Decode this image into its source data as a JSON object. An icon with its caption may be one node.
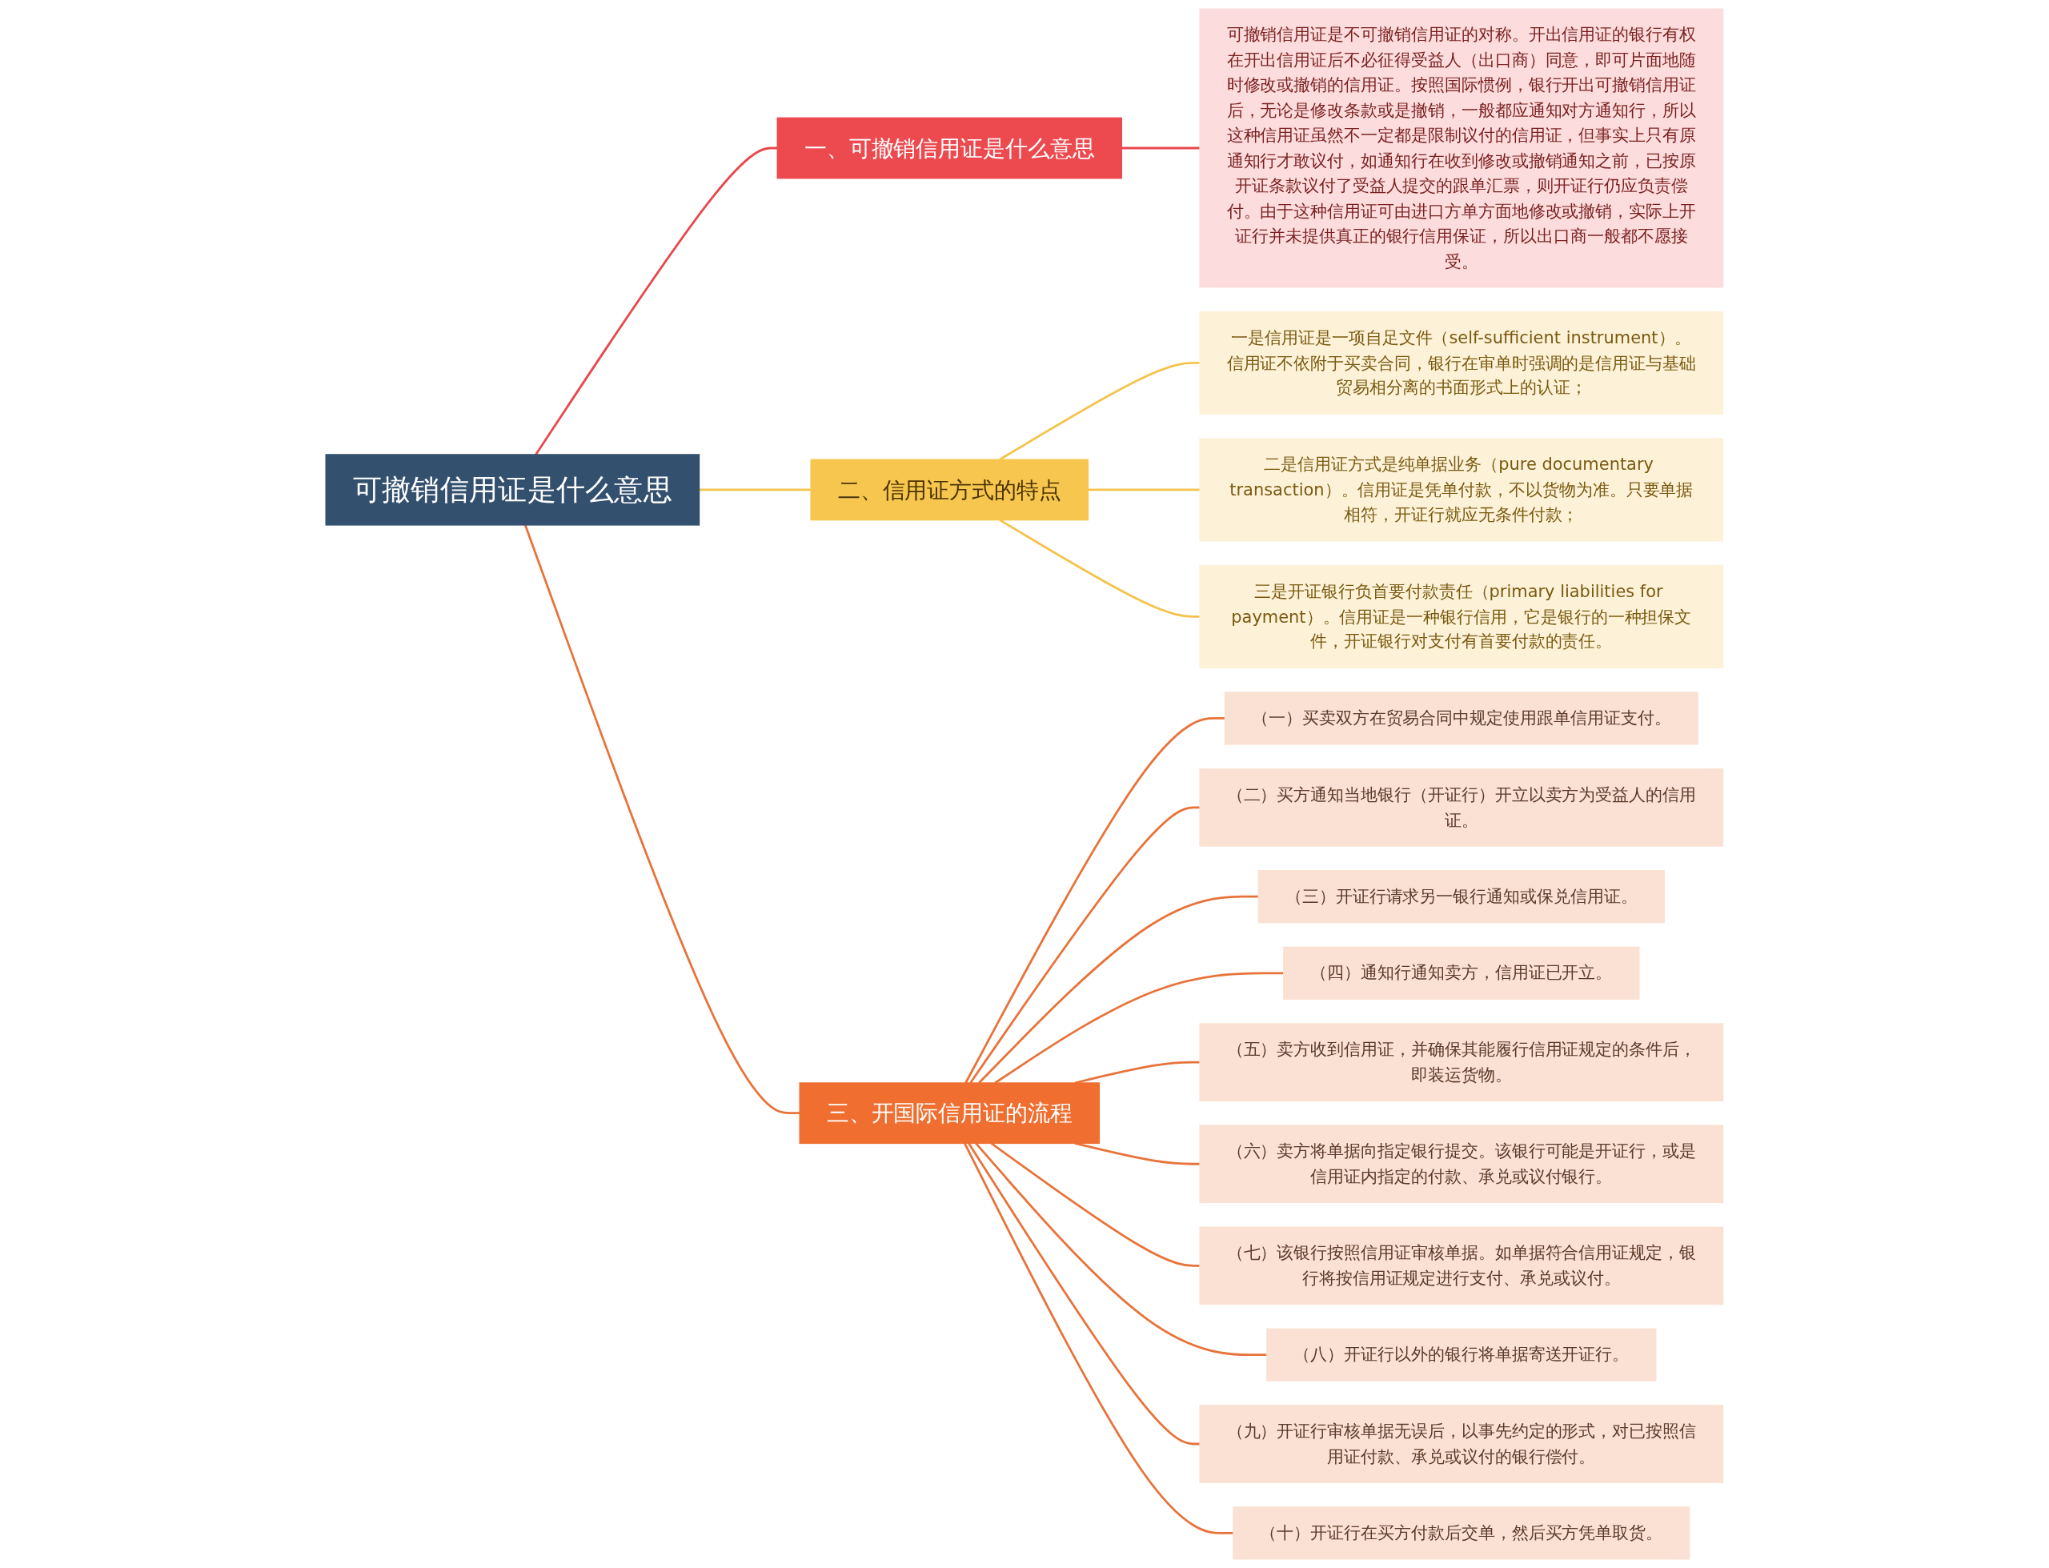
{
  "diagram": {
    "nodes": [
      {
        "text": [
          "可撤销信用证是什么意思"
        ]
      },
      {
        "text": [
          "一、可撤销信用证是什么意思"
        ]
      },
      {
        "text": [
          "可撤销信用证是不可撤销信用证的对称。开出信用证的银行有权在开出信用证后不必征得受益人（出口商）同意，即可片面地随时修改或撤销的信用证。按照国际惯例，银行开出可撤销信用证后，无论是修改条款或是撤销，一般都应通知对方通知行，所以这种信用证虽然不一定都是限制议付的信用证，但事实上只有原通知行才敢议付，如通知行在收到修改或撤销通知之前，已按原开证条款议付了受益人提交的跟单汇票，则开证行仍应负责偿付。由于这种信用证可由进口方单方面地修改或撤销，实际上开证行并未提供真正的银行信用保证，所以出口商一般都不愿接受。"
        ]
      },
      {
        "text": [
          "二、信用证方式的特点"
        ]
      },
      {
        "text": [
          "一是信用证是一项自足文件（self-sufficient instrument）。信用证不依附于买卖合同，银行在审单时强调的是信用证与基础贸易相分离的书面形式上的认证；"
        ]
      },
      {
        "text": [
          "二是信用证方式是纯单据业务（pure documentary transaction）。信用证是凭单付款，不以货物为准。只要单据相符，开证行就应无条件付款；"
        ]
      },
      {
        "text": [
          "三是开证银行负首要付款责任（primary liabilities for payment）。信用证是一种银行信用，它是银行的一种担保文件，开证银行对支付有首要付款的责任。"
        ]
      },
      {
        "text": [
          "三、开国际信用证的流程"
        ]
      },
      {
        "text": [
          "（一）买卖双方在贸易合同中规定使用跟单信用证支付。"
        ]
      },
      {
        "text": [
          "（二）买方通知当地银行（开证行）开立以卖方为受益人的信用证。"
        ]
      },
      {
        "text": [
          "（三）开证行请求另一银行通知或保兑信用证。"
        ]
      },
      {
        "text": [
          "（四）通知行通知卖方，信用证已开立。"
        ]
      },
      {
        "text": [
          "（五）卖方收到信用证，并确保其能履行信用证规定的条件后，即装运货物。"
        ]
      },
      {
        "text": [
          "（六）卖方将单据向指定银行提交。该银行可能是开证行，或是信用证内指定的付款、承兑或议付银行。"
        ]
      },
      {
        "text": [
          "（七）该银行按照信用证审核单据。如单据符合信用证规定，银行将按信用证规定进行支付、承兑或议付。"
        ]
      },
      {
        "text": [
          "（八）开证行以外的银行将单据寄送开证行。"
        ]
      },
      {
        "text": [
          "（九）开证行审核单据无误后，以事先约定的形式，对已按照信用证付款、承兑或议付的银行偿付。"
        ]
      },
      {
        "text": [
          "（十）开证行在买方付款后交单，然后买方凭单取货。"
        ]
      }
    ],
    "edges": [
      {
        "from": 0,
        "to": 1,
        "arrow": "none",
        "color": "#e8474c"
      },
      {
        "from": 1,
        "to": 2,
        "arrow": "none",
        "color": "#e8474c"
      },
      {
        "from": 0,
        "to": 3,
        "arrow": "none",
        "color": "#f5c24c"
      },
      {
        "from": 3,
        "to": 4,
        "arrow": "none",
        "color": "#f5c24c"
      },
      {
        "from": 3,
        "to": 5,
        "arrow": "none",
        "color": "#f5c24c"
      },
      {
        "from": 3,
        "to": 6,
        "arrow": "none",
        "color": "#f5c24c"
      },
      {
        "from": 0,
        "to": 7,
        "arrow": "none"
      },
      {
        "from": 7,
        "to": 8,
        "arrow": "none"
      },
      {
        "from": 7,
        "to": 9,
        "arrow": "none"
      },
      {
        "from": 7,
        "to": 10,
        "arrow": "none"
      },
      {
        "from": 7,
        "to": 11,
        "arrow": "none"
      },
      {
        "from": 7,
        "to": 12,
        "arrow": "none"
      },
      {
        "from": 7,
        "to": 13,
        "arrow": "none"
      },
      {
        "from": 7,
        "to": 14,
        "arrow": "none"
      },
      {
        "from": 7,
        "to": 15,
        "arrow": "none"
      },
      {
        "from": 7,
        "to": 16,
        "arrow": "none"
      },
      {
        "from": 7,
        "to": 17,
        "arrow": "none"
      }
    ]
  }
}
